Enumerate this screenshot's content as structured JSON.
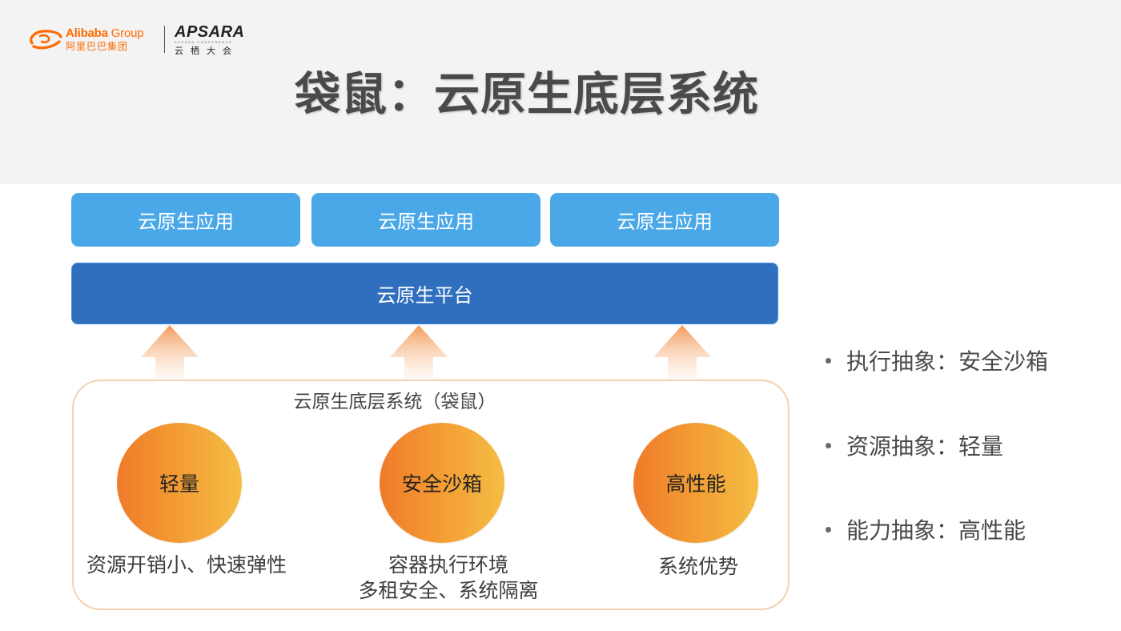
{
  "header": {
    "brand": {
      "alibaba_en": "Alibaba",
      "alibaba_group": " Group",
      "alibaba_cn": "阿里巴巴集团",
      "apsara_en": "APSARA",
      "apsara_sub": "APSARA CONFERENCE",
      "apsara_cn": "云栖大会"
    },
    "title": "袋鼠：云原生底层系统"
  },
  "diagram": {
    "apps": [
      {
        "label": "云原生应用"
      },
      {
        "label": "云原生应用"
      },
      {
        "label": "云原生应用"
      }
    ],
    "platform": {
      "label": "云原生平台"
    },
    "system": {
      "title": "云原生底层系统（袋鼠）",
      "features": [
        {
          "name": "轻量",
          "captions": [
            "资源开销小、快速弹性"
          ]
        },
        {
          "name": "安全沙箱",
          "captions": [
            "容器执行环境",
            "多租安全、系统隔离"
          ]
        },
        {
          "name": "高性能",
          "captions": [
            "系统优势"
          ]
        }
      ]
    }
  },
  "bullets": [
    {
      "text": "执行抽象：安全沙箱"
    },
    {
      "text": "资源抽象：轻量"
    },
    {
      "text": "能力抽象：高性能"
    }
  ],
  "colors": {
    "header_bg": "#f3f3f3",
    "app_box": "#4aa8e8",
    "platform_box": "#2f6fbe",
    "circle_start": "#f07a2a",
    "circle_end": "#f5bd44",
    "arrow": "#f5a56a",
    "system_border": "#f2d2b0"
  },
  "icons": [
    "alibaba-logo-icon",
    "up-arrow-icon"
  ]
}
